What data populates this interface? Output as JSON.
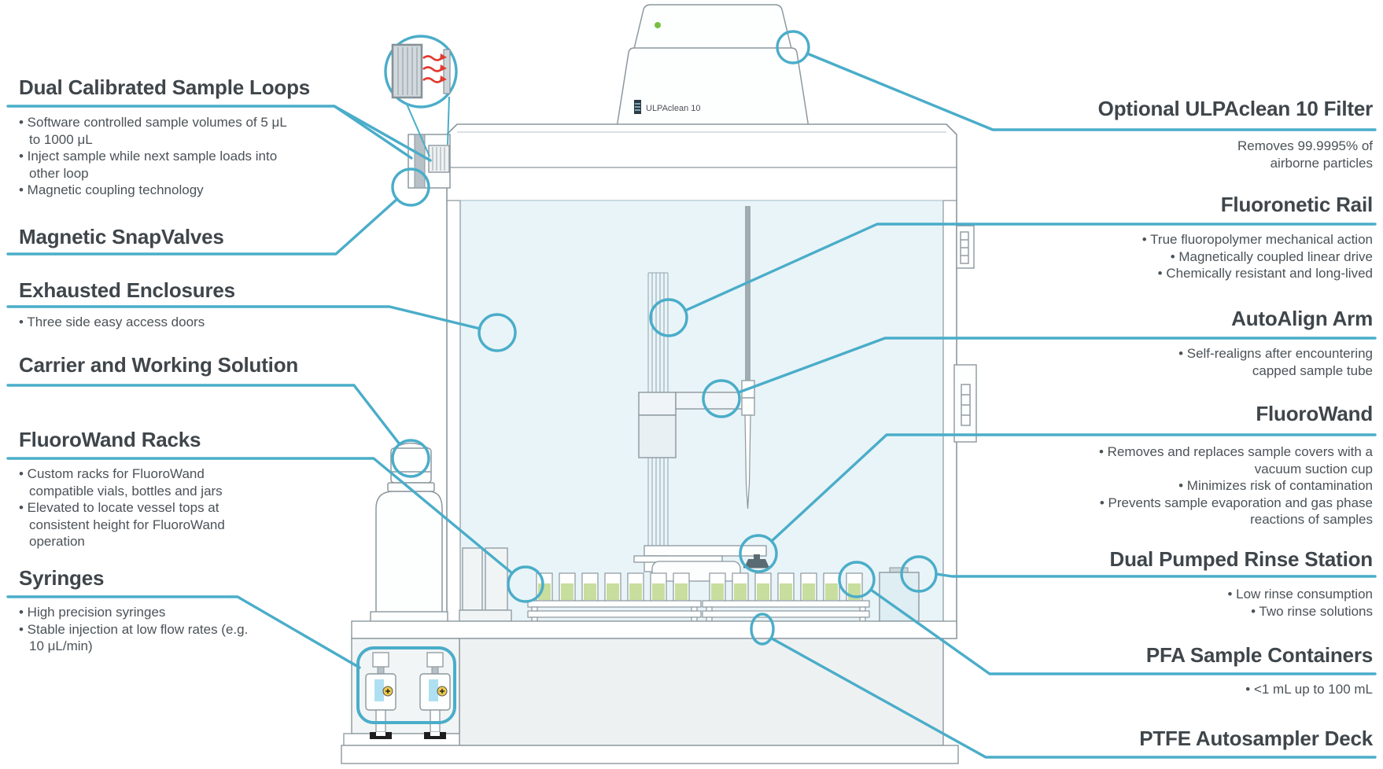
{
  "machine": {
    "filter_label": "ULPAclean 10"
  },
  "colors": {
    "teal_accent": "#4AADC9",
    "red_arrow": "#E23A2E",
    "glass_blue": "#E9F4F8",
    "vial_liquid_green": "#C8DE9E",
    "led_green": "#76C043",
    "heading_text": "#3F464B",
    "body_text": "#4B5257",
    "outline_gray": "#8C989E"
  },
  "left_callouts": [
    {
      "title": "Dual Calibrated Sample Loops",
      "bullets": [
        "• Software controlled sample volumes of 5 μL to 1000 μL",
        "• Inject sample while next sample loads into other loop",
        "• Magnetic coupling technology"
      ]
    },
    {
      "title": "Magnetic SnapValves",
      "bullets": []
    },
    {
      "title": "Exhausted Enclosures",
      "bullets": [
        "• Three side easy access doors"
      ]
    },
    {
      "title": "Carrier and Working Solution",
      "bullets": []
    },
    {
      "title": "FluoroWand Racks",
      "bullets": [
        "• Custom racks for FluoroWand compatible vials, bottles and jars",
        "• Elevated to locate vessel tops at consistent height for FluoroWand operation"
      ]
    },
    {
      "title": "Syringes",
      "bullets": [
        "• High precision syringes",
        "• Stable injection at low flow rates (e.g. 10 μL/min)"
      ]
    }
  ],
  "right_callouts": [
    {
      "title": "Optional ULPAclean 10 Filter",
      "bullets": [
        "Removes 99.9995% of airborne particles"
      ]
    },
    {
      "title": "Fluoronetic Rail",
      "bullets": [
        "• True fluoropolymer mechanical action",
        "• Magnetically coupled linear drive",
        "• Chemically resistant and long-lived"
      ]
    },
    {
      "title": "AutoAlign Arm",
      "bullets": [
        "• Self-realigns after encountering capped sample tube"
      ]
    },
    {
      "title": "FluoroWand",
      "bullets": [
        "• Removes and replaces sample covers  with a vacuum suction cup",
        "• Minimizes risk of contamination",
        "• Prevents sample evaporation and gas phase reactions of samples"
      ]
    },
    {
      "title": "Dual Pumped Rinse Station",
      "bullets": [
        "• Low rinse consumption",
        "• Two rinse solutions"
      ]
    },
    {
      "title": "PFA Sample Containers",
      "bullets": [
        "• <1 mL up to 100 mL"
      ]
    },
    {
      "title": "PTFE Autosampler Deck",
      "bullets": []
    }
  ]
}
